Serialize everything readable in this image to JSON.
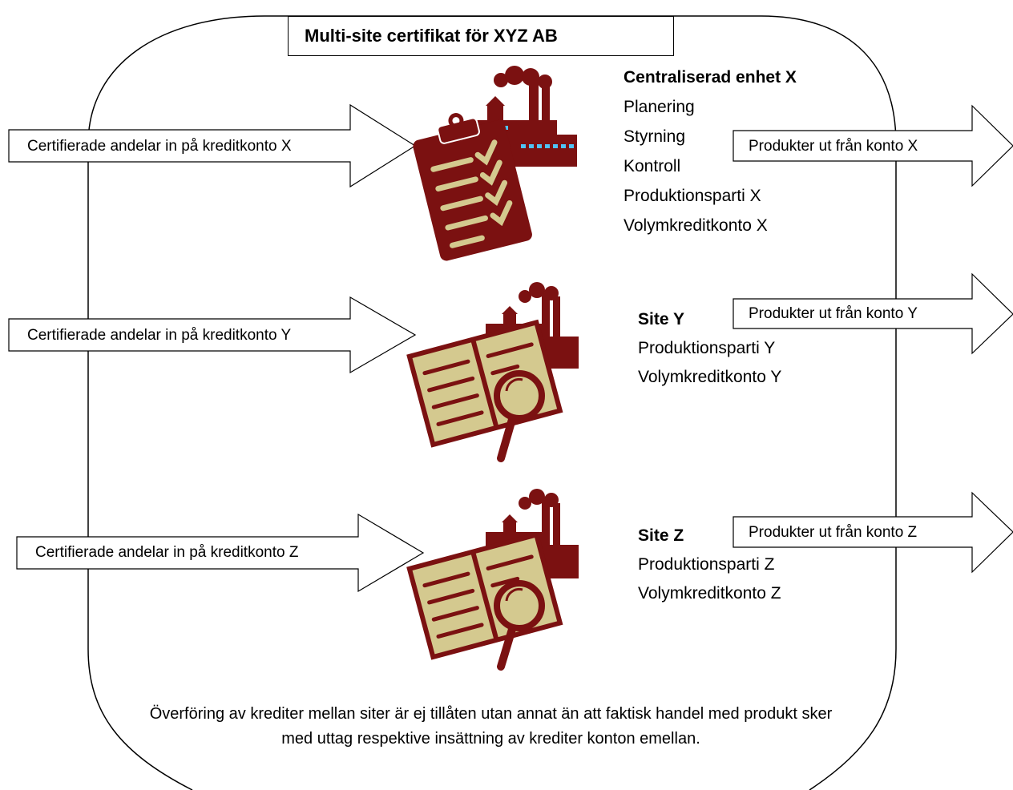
{
  "title": "Multi-site certifikat för XYZ AB",
  "inputs": [
    "Certifierade andelar in på kreditkonto X",
    "Certifierade andelar in på kreditkonto Y",
    "Certifierade andelar in på kreditkonto Z"
  ],
  "outputs": [
    "Produkter ut från konto X",
    "Produkter ut från konto Y",
    "Produkter ut från konto Z"
  ],
  "unit_x": {
    "name": "Centraliserad enhet X",
    "lines": [
      "Planering",
      "Styrning",
      "Kontroll",
      "Produktionsparti  X",
      "Volymkreditkonto X"
    ]
  },
  "site_y": {
    "name": "Site Y",
    "lines": [
      "Produktionsparti  Y",
      "Volymkreditkonto Y"
    ]
  },
  "site_z": {
    "name": "Site Z",
    "lines": [
      "Produktionsparti  Z",
      "Volymkreditkonto Z"
    ]
  },
  "note": "Överföring av krediter mellan siter är ej tillåten utan annat än att faktisk handel med produkt sker med uttag respektive insättning av krediter konton emellan.",
  "colors": {
    "icon_dark": "#7b1111",
    "icon_light": "#d4c98f",
    "window": "#4fc3f7"
  }
}
